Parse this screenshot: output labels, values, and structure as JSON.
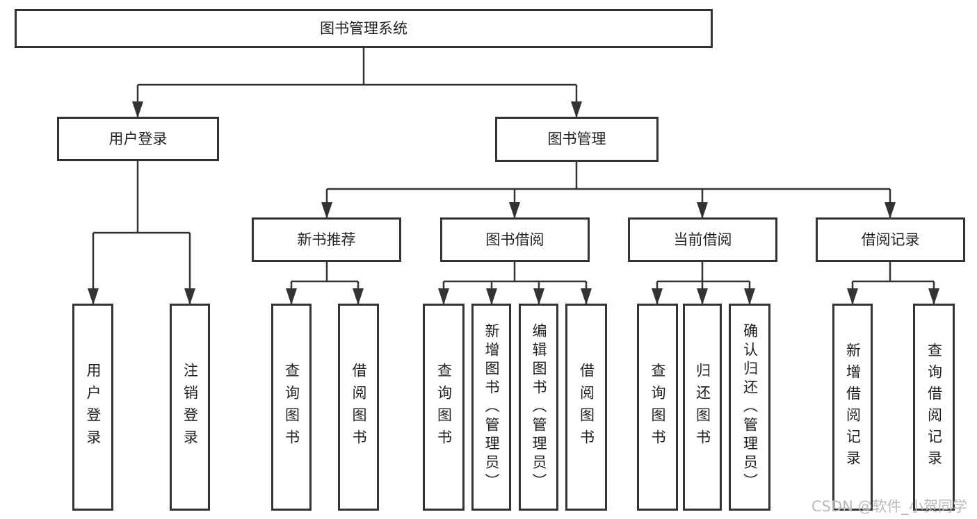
{
  "diagram": {
    "root": {
      "label": "图书管理系统"
    },
    "branches": [
      {
        "label": "用户登录",
        "children": [
          {
            "label": "用户登录"
          },
          {
            "label": "注销登录"
          }
        ]
      },
      {
        "label": "图书管理",
        "children": [
          {
            "label": "新书推荐",
            "children": [
              {
                "label": "查询图书"
              },
              {
                "label": "借阅图书"
              }
            ]
          },
          {
            "label": "图书借阅",
            "children": [
              {
                "label": "查询图书"
              },
              {
                "label": "新增图书（管理员）"
              },
              {
                "label": "编辑图书（管理员）"
              },
              {
                "label": "借阅图书"
              }
            ]
          },
          {
            "label": "当前借阅",
            "children": [
              {
                "label": "查询图书"
              },
              {
                "label": "归还图书"
              },
              {
                "label": "确认归还（管理员）"
              }
            ]
          },
          {
            "label": "借阅记录",
            "children": [
              {
                "label": "新增借阅记录"
              },
              {
                "label": "查询借阅记录"
              }
            ]
          }
        ]
      }
    ]
  },
  "watermark": {
    "text": "CSDN @软件_小贺同学"
  },
  "colors": {
    "line": "#333333",
    "box_border": "#333333",
    "text": "#1f1f1f",
    "watermark": "#b9b9b9",
    "background": "#ffffff"
  }
}
